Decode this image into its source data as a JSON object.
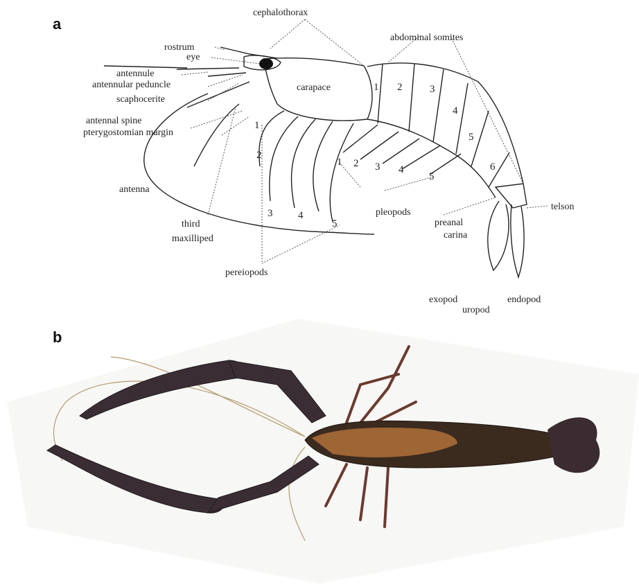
{
  "panels": [
    {
      "letter": "a"
    },
    {
      "letter": "b"
    }
  ],
  "labels": {
    "cephalothorax": "cephalothorax",
    "abdominal_somites": "abdominal somites",
    "rostrum": "rostrum",
    "eye": "eye",
    "antennule": "antennule",
    "antennular_peduncle": "antennular peduncle",
    "scaphocerite": "scaphocerite",
    "antennal_spine": "antennal spine",
    "pterygostomian_margin": "pterygostomian margin",
    "antenna": "antenna",
    "third": "third",
    "maxilliped": "maxilliped",
    "carapace": "carapace",
    "pereiopods": "pereiopods",
    "pleopods": "pleopods",
    "preanal": "preanal",
    "carina": "carina",
    "telson": "telson",
    "exopod": "exopod",
    "uropod": "uropod",
    "endopod": "endopod"
  },
  "somite_numbers": [
    "1",
    "2",
    "3",
    "4",
    "5",
    "6"
  ],
  "pereiopod_numbers": [
    "1",
    "2",
    "3",
    "4",
    "5"
  ],
  "pleopod_numbers": [
    "1",
    "2",
    "3",
    "4",
    "5"
  ]
}
